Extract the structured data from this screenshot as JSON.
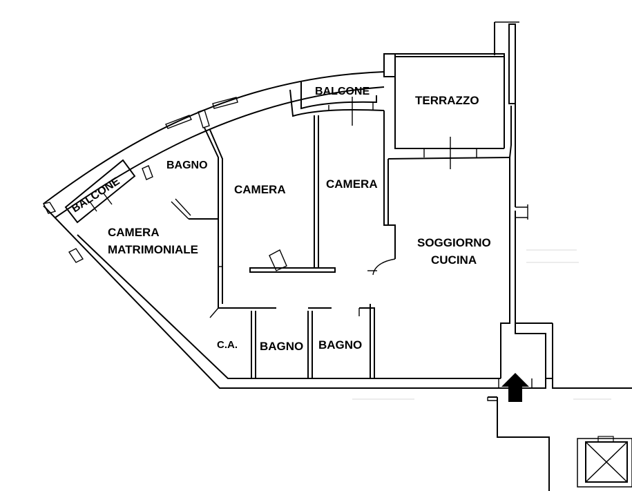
{
  "floorplan": {
    "rooms": {
      "balcone_top": "BALCONE",
      "terrazzo": "TERRAZZO",
      "bagno_upper": "BAGNO",
      "camera_mid": "CAMERA",
      "camera_right": "CAMERA",
      "balcone_left": "BALCONE",
      "camera_matrimoniale_line1": "CAMERA",
      "camera_matrimoniale_line2": "MATRIMONIALE",
      "soggiorno_line1": "SOGGIORNO",
      "soggiorno_line2": "CUCINA",
      "ca": "C.A.",
      "bagno_1": "BAGNO",
      "bagno_2": "BAGNO"
    },
    "entrance": "arrow-up-icon",
    "colors": {
      "wall": "#000000",
      "background": "#ffffff"
    }
  }
}
